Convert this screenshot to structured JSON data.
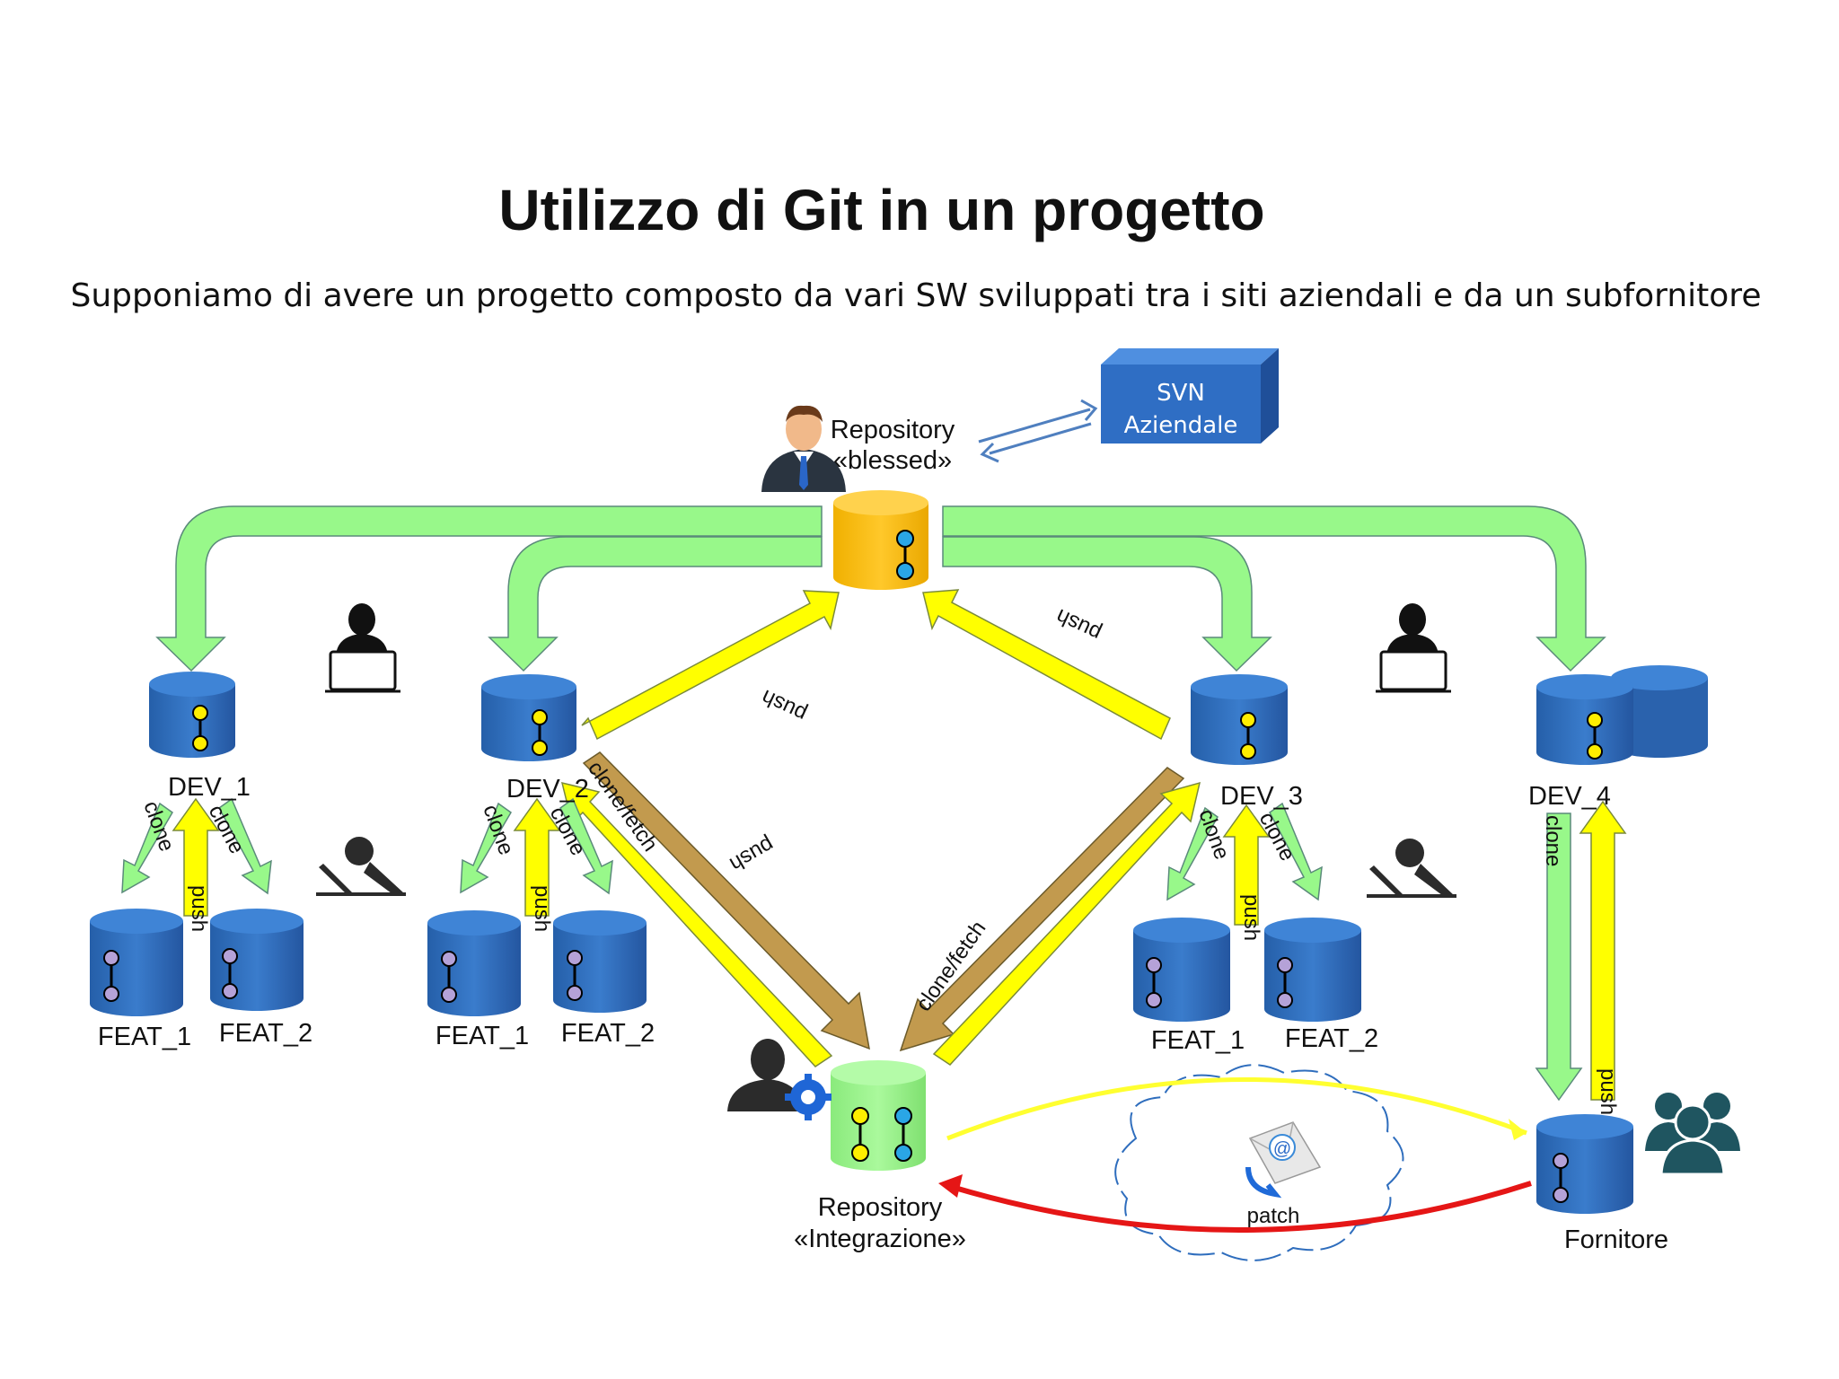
{
  "title": "Utilizzo di Git in un progetto",
  "subtitle": "Supponiamo di avere un progetto composto da vari SW sviluppati tra i siti aziendali e da un subfornitore",
  "svn": {
    "line1": "SVN",
    "line2": "Aziendale"
  },
  "blessed": {
    "line1": "Repository",
    "line2": "«blessed»"
  },
  "integrazione": {
    "line1": "Repository",
    "line2": "«Integrazione»"
  },
  "devs": {
    "dev1": "DEV_1",
    "dev2": "DEV_2",
    "dev3": "DEV_3",
    "dev4": "DEV_4"
  },
  "feats": {
    "feat1": "FEAT_1",
    "feat2": "FEAT_2"
  },
  "fornitore": "Fornitore",
  "patch": "patch",
  "arrow_labels": {
    "clone": "clone",
    "push": "push",
    "clone_fetch": "clone/fetch"
  },
  "colors": {
    "green_arrow": "#98f88a",
    "yellow_arrow": "#ffff00",
    "brown_arrow": "#c29a4e",
    "repo_blue": "#2e6dbd",
    "blessed_orange": "#ffc000",
    "integration_green": "#9af58d",
    "svn_blue": "#2f6ec4",
    "yellow_curve": "#ffff30",
    "red_curve": "#e51616"
  },
  "icons": [
    "manager-icon",
    "laptop-user-icon",
    "working-user-icon",
    "admin-gear-icon",
    "team-icon",
    "email-icon",
    "cloud-icon"
  ]
}
